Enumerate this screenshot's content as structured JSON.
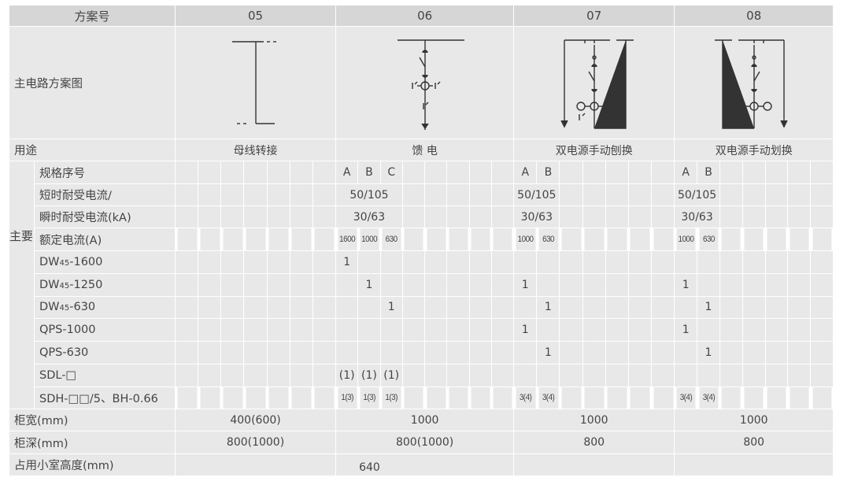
{
  "labels": {
    "scheme_no": "方案号",
    "diagram": "主电路方案图",
    "usage": "用途",
    "group_vertical": "主要电器元件",
    "spec": "规格序号",
    "short_time": "短时耐受电流/",
    "instant": "瞬时耐受电流(kA)",
    "rated": "额定电流(A)",
    "components": [
      {
        "base": "DW",
        "sub": "45",
        "rest": "-1600"
      },
      {
        "base": "DW",
        "sub": "45",
        "rest": "-1250"
      },
      {
        "base": "DW",
        "sub": "45",
        "rest": "-630"
      },
      {
        "base": "QPS-1000",
        "sub": "",
        "rest": ""
      },
      {
        "base": "QPS-630",
        "sub": "",
        "rest": ""
      },
      {
        "base": "SDL-□",
        "sub": "",
        "rest": ""
      },
      {
        "base": "SDH-□□/5、BH-0.66",
        "sub": "",
        "rest": ""
      }
    ],
    "width": "柜宽(mm)",
    "depth": "柜深(mm)",
    "height": "占用小室高度(mm)"
  },
  "schemes": [
    {
      "id": "05",
      "usage": "母线转接",
      "subcols": 7,
      "spec": [],
      "short_time": "",
      "instant": "",
      "rated": [],
      "components": [
        [],
        [],
        [],
        [],
        [],
        [],
        []
      ],
      "width": "400(600)",
      "depth": "800(1000)",
      "height": ""
    },
    {
      "id": "06",
      "usage": "馈 电",
      "subcols": 8,
      "spec": [
        "A",
        "B",
        "C"
      ],
      "short_time": "50/105",
      "instant": "30/63",
      "rated": [
        "1600",
        "1000",
        "630"
      ],
      "components": [
        [
          "1",
          "",
          ""
        ],
        [
          "",
          "1",
          ""
        ],
        [
          "",
          "",
          "1"
        ],
        [],
        [],
        [
          "(1)",
          "(1)",
          "(1)"
        ],
        [
          "1(3)",
          "1(3)",
          "1(3)"
        ]
      ],
      "width": "1000",
      "depth": "800(1000)",
      "height": "640"
    },
    {
      "id": "07",
      "usage": "双电源手动刨换",
      "subcols": 7,
      "spec": [
        "A",
        "B"
      ],
      "short_time": "50/105",
      "instant": "30/63",
      "rated": [
        "1000",
        "630"
      ],
      "components": [
        [],
        [
          "1",
          ""
        ],
        [
          "",
          "1"
        ],
        [
          "1",
          ""
        ],
        [
          "",
          "1"
        ],
        [],
        [
          "3(4)",
          "3(4)"
        ]
      ],
      "width": "1000",
      "depth": "800",
      "height": ""
    },
    {
      "id": "08",
      "usage": "双电源手动划换",
      "subcols": 7,
      "spec": [
        "A",
        "B"
      ],
      "short_time": "50/105",
      "instant": "30/63",
      "rated": [
        "1000",
        "630"
      ],
      "components": [
        [],
        [
          "1",
          ""
        ],
        [
          "",
          "1"
        ],
        [
          "1",
          ""
        ],
        [
          "",
          "1"
        ],
        [],
        [
          "3(4)",
          "3(4)"
        ]
      ],
      "width": "1000",
      "depth": "800",
      "height": ""
    }
  ]
}
